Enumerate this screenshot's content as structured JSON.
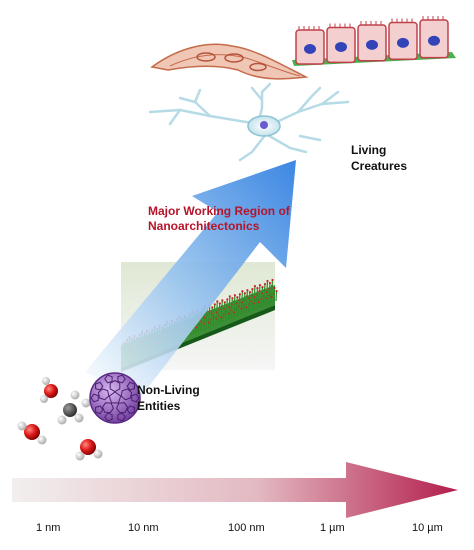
{
  "labels": {
    "living_line1": "Living",
    "living_line2": "Creatures",
    "nonliving_line1": "Non-Living",
    "nonliving_line2": "Entities",
    "region_line1": "Major Working Region of",
    "region_line2": "Nanoarchitectonics"
  },
  "scale_ticks": [
    "1 nm",
    "10 nm",
    "100 nm",
    "1 µm",
    "10 µm"
  ],
  "colors": {
    "region_text": "#b5142a",
    "scale_arrow_start": "#f3f0ef",
    "scale_arrow_end": "#b8214f",
    "growth_arrow_start": "#eef6ff",
    "growth_arrow_end": "#2f7fe0",
    "fullerene": "#8d56b8",
    "nanostructure": "#2e7d32",
    "cell_fill": "#f2cfcc",
    "nucleus": "#3b4fc0"
  },
  "icons": [
    "water-molecule-icon",
    "ethanol-molecule-icon",
    "fullerene-icon",
    "nanopillar-array-icon",
    "neuron-icon",
    "fibroblast-cell-icon",
    "epithelial-cells-icon"
  ]
}
